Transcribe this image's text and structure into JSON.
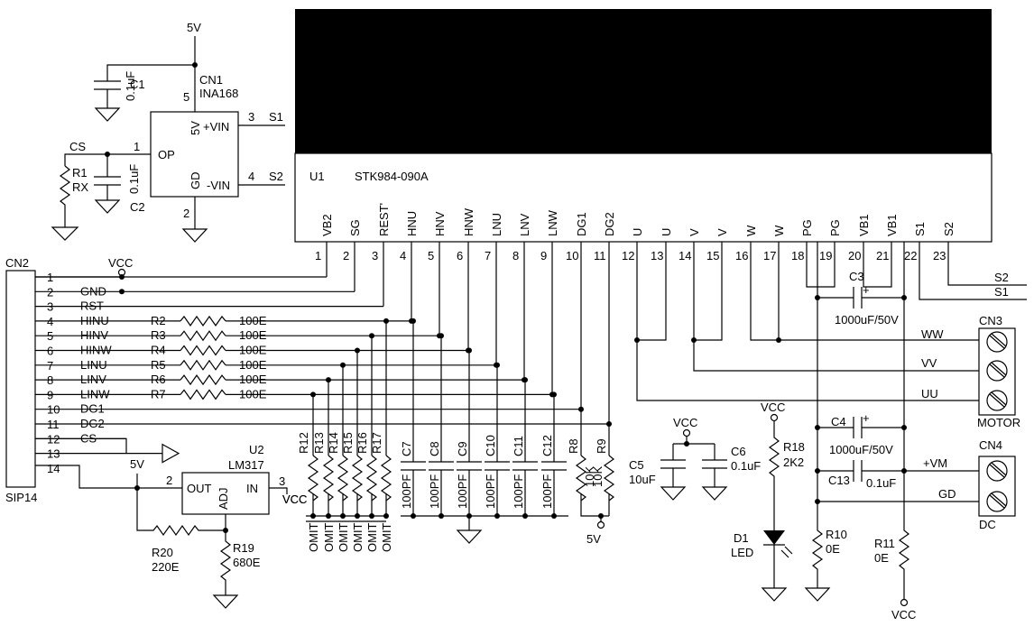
{
  "supply": {
    "v5": "5V",
    "vcc": "VCC"
  },
  "ina": {
    "ref": "CN1",
    "part": "INA168",
    "p5": "5",
    "p5lab": "5V",
    "vin_p": "+VIN",
    "p3": "3",
    "s1": "S1",
    "op": "OP",
    "p1": "1",
    "gd": "GD",
    "vin_m": "-VIN",
    "p4": "4",
    "s2": "S2",
    "p2": "2"
  },
  "c1": {
    "ref": "C1",
    "val": "0.1uF"
  },
  "c2": {
    "ref": "C2",
    "val": "0.1uF"
  },
  "r1": {
    "ref": "R1",
    "val": "RX",
    "net": "CS"
  },
  "u1": {
    "ref": "U1",
    "part": "STK984-090A",
    "pins": [
      {
        "num": "1",
        "name": "VB2"
      },
      {
        "num": "2",
        "name": "SG"
      },
      {
        "num": "3",
        "name": "REST'"
      },
      {
        "num": "4",
        "name": "HNU"
      },
      {
        "num": "5",
        "name": "HNV"
      },
      {
        "num": "6",
        "name": "HNW"
      },
      {
        "num": "7",
        "name": "LNU"
      },
      {
        "num": "8",
        "name": "LNV"
      },
      {
        "num": "9",
        "name": "LNW"
      },
      {
        "num": "10",
        "name": "DG1"
      },
      {
        "num": "11",
        "name": "DG2"
      },
      {
        "num": "12",
        "name": "U"
      },
      {
        "num": "13",
        "name": "U"
      },
      {
        "num": "14",
        "name": "V"
      },
      {
        "num": "15",
        "name": "V"
      },
      {
        "num": "16",
        "name": "W"
      },
      {
        "num": "17",
        "name": "W"
      },
      {
        "num": "18",
        "name": "PG"
      },
      {
        "num": "19",
        "name": "PG"
      },
      {
        "num": "20",
        "name": "VB1"
      },
      {
        "num": "21",
        "name": "VB1"
      },
      {
        "num": "22",
        "name": "S1"
      },
      {
        "num": "23",
        "name": "S2"
      }
    ]
  },
  "cn2": {
    "ref": "CN2",
    "part": "SIP14",
    "pins": [
      {
        "num": "1",
        "name": ""
      },
      {
        "num": "2",
        "name": "GND"
      },
      {
        "num": "3",
        "name": "RST"
      },
      {
        "num": "4",
        "name": "HINU"
      },
      {
        "num": "5",
        "name": "HINV"
      },
      {
        "num": "6",
        "name": "HINW"
      },
      {
        "num": "7",
        "name": "LINU"
      },
      {
        "num": "8",
        "name": "LINV"
      },
      {
        "num": "9",
        "name": "LINW"
      },
      {
        "num": "10",
        "name": "DG1"
      },
      {
        "num": "11",
        "name": "DG2"
      },
      {
        "num": "12",
        "name": "CS"
      },
      {
        "num": "13",
        "name": ""
      },
      {
        "num": "14",
        "name": ""
      }
    ]
  },
  "series_r": [
    {
      "ref": "R2",
      "val": "100E"
    },
    {
      "ref": "R3",
      "val": "100E"
    },
    {
      "ref": "R4",
      "val": "100E"
    },
    {
      "ref": "R5",
      "val": "100E"
    },
    {
      "ref": "R6",
      "val": "100E"
    },
    {
      "ref": "R7",
      "val": "100E"
    }
  ],
  "pullups": [
    {
      "ref": "R17",
      "val": "OMIT"
    },
    {
      "ref": "R16",
      "val": "OMIT"
    },
    {
      "ref": "R15",
      "val": "OMIT"
    },
    {
      "ref": "R14",
      "val": "OMIT"
    },
    {
      "ref": "R13",
      "val": "OMIT"
    },
    {
      "ref": "R12",
      "val": "OMIT"
    }
  ],
  "filter_caps": [
    {
      "ref": "C7",
      "val": "100PF"
    },
    {
      "ref": "C8",
      "val": "100PF"
    },
    {
      "ref": "C9",
      "val": "100PF"
    },
    {
      "ref": "C10",
      "val": "100PF"
    },
    {
      "ref": "C11",
      "val": "100PF"
    },
    {
      "ref": "C12",
      "val": "100PF"
    }
  ],
  "r8": {
    "ref": "R8",
    "val": "10K"
  },
  "r9": {
    "ref": "R9",
    "val": "10K"
  },
  "u2": {
    "ref": "U2",
    "part": "LM317",
    "out": "OUT",
    "adj": "ADJ",
    "in": "IN",
    "p2": "2",
    "p3": "3"
  },
  "r20": {
    "ref": "R20",
    "val": "220E"
  },
  "r19": {
    "ref": "R19",
    "val": "680E"
  },
  "c5": {
    "ref": "C5",
    "val": "10uF"
  },
  "c6": {
    "ref": "C6",
    "val": "0.1uF"
  },
  "r18": {
    "ref": "R18",
    "val": "2K2"
  },
  "d1": {
    "ref": "D1",
    "val": "LED"
  },
  "c3": {
    "ref": "C3",
    "val": "1000uF/50V",
    "plus": "+"
  },
  "c4": {
    "ref": "C4",
    "val": "1000uF/50V",
    "plus": "+"
  },
  "c13": {
    "ref": "C13",
    "val": "0.1uF"
  },
  "r10": {
    "ref": "R10",
    "val": "0E"
  },
  "r11": {
    "ref": "R11",
    "val": "0E"
  },
  "cn3": {
    "ref": "CN3",
    "label": "MOTOR",
    "nets": [
      "WW",
      "VV",
      "UU"
    ]
  },
  "cn4": {
    "ref": "CN4",
    "label": "DC",
    "nets": [
      "+VM",
      "GD"
    ]
  },
  "s_nets": {
    "s1": "S1",
    "s2": "S2"
  }
}
